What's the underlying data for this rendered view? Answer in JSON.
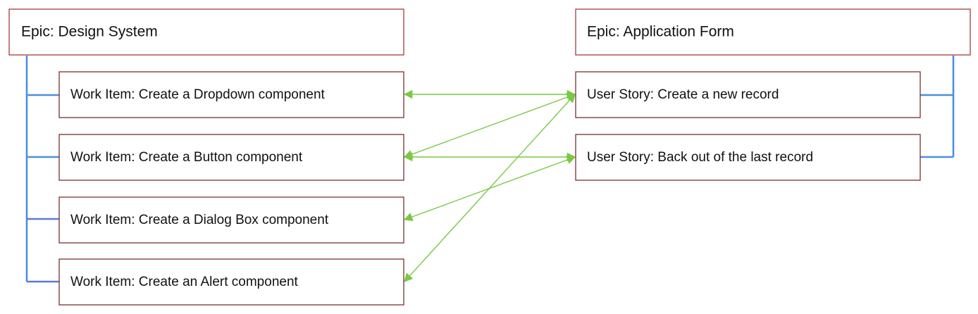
{
  "colors": {
    "box_border": "#a33b3b",
    "tree_line": "#4a90e2",
    "link_line": "#7ac943"
  },
  "epics": [
    {
      "id": "design-system",
      "label": "Epic: Design System",
      "children": [
        {
          "id": "dropdown",
          "label": "Work Item: Create a Dropdown component"
        },
        {
          "id": "button",
          "label": "Work Item: Create a Button component"
        },
        {
          "id": "dialog",
          "label": "Work Item: Create a Dialog Box component"
        },
        {
          "id": "alert",
          "label": "Work Item: Create an Alert component"
        }
      ]
    },
    {
      "id": "application-form",
      "label": "Epic: Application Form",
      "children": [
        {
          "id": "new-record",
          "label": "User Story: Create a new record"
        },
        {
          "id": "back-out",
          "label": "User Story: Back out of the last record"
        }
      ]
    }
  ],
  "links": [
    {
      "from": "new-record",
      "to": "dropdown"
    },
    {
      "from": "new-record",
      "to": "button"
    },
    {
      "from": "new-record",
      "to": "alert"
    },
    {
      "from": "back-out",
      "to": "button"
    },
    {
      "from": "back-out",
      "to": "dialog"
    }
  ]
}
